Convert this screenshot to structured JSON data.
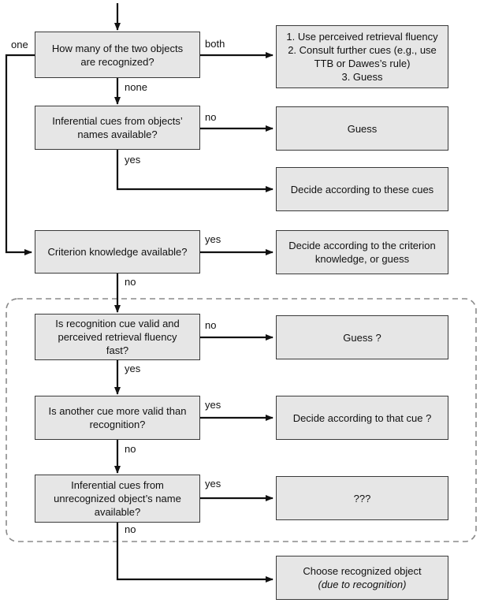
{
  "questions": {
    "q1": "How many of the two objects\nare recognized?",
    "q2": "Inferential cues from objects’\nnames available?",
    "q3": "Criterion knowledge available?",
    "q4": "Is recognition cue valid and\nperceived retrieval fluency\nfast?",
    "q5": "Is another cue more valid than\nrecognition?",
    "q6": "Inferential cues from\nunrecognized object’s name\navailable?"
  },
  "outcomes": {
    "r1": "1. Use perceived retrieval fluency\n2. Consult further cues (e.g., use\nTTB or Dawes’s rule)\n3. Guess",
    "r2": "Guess",
    "r3": "Decide according to these cues",
    "r4": "Decide according to the criterion\nknowledge, or guess",
    "r5": "Guess ?",
    "r6": "Decide according to that cue ?",
    "r7": "???",
    "r8": "Choose recognized object",
    "r8_note": "(due to recognition)"
  },
  "edge_labels": {
    "one": "one",
    "both": "both",
    "none": "none",
    "q2_no": "no",
    "q2_yes": "yes",
    "q3_yes": "yes",
    "q3_no": "no",
    "q4_no": "no",
    "q4_yes": "yes",
    "q5_yes": "yes",
    "q5_no": "no",
    "q6_yes": "yes",
    "q6_no": "no"
  },
  "colors": {
    "box_fill": "#e6e6e6",
    "box_border": "#3a3a3a",
    "arrow": "#111111",
    "dashed_region": "#8a8a8a"
  }
}
